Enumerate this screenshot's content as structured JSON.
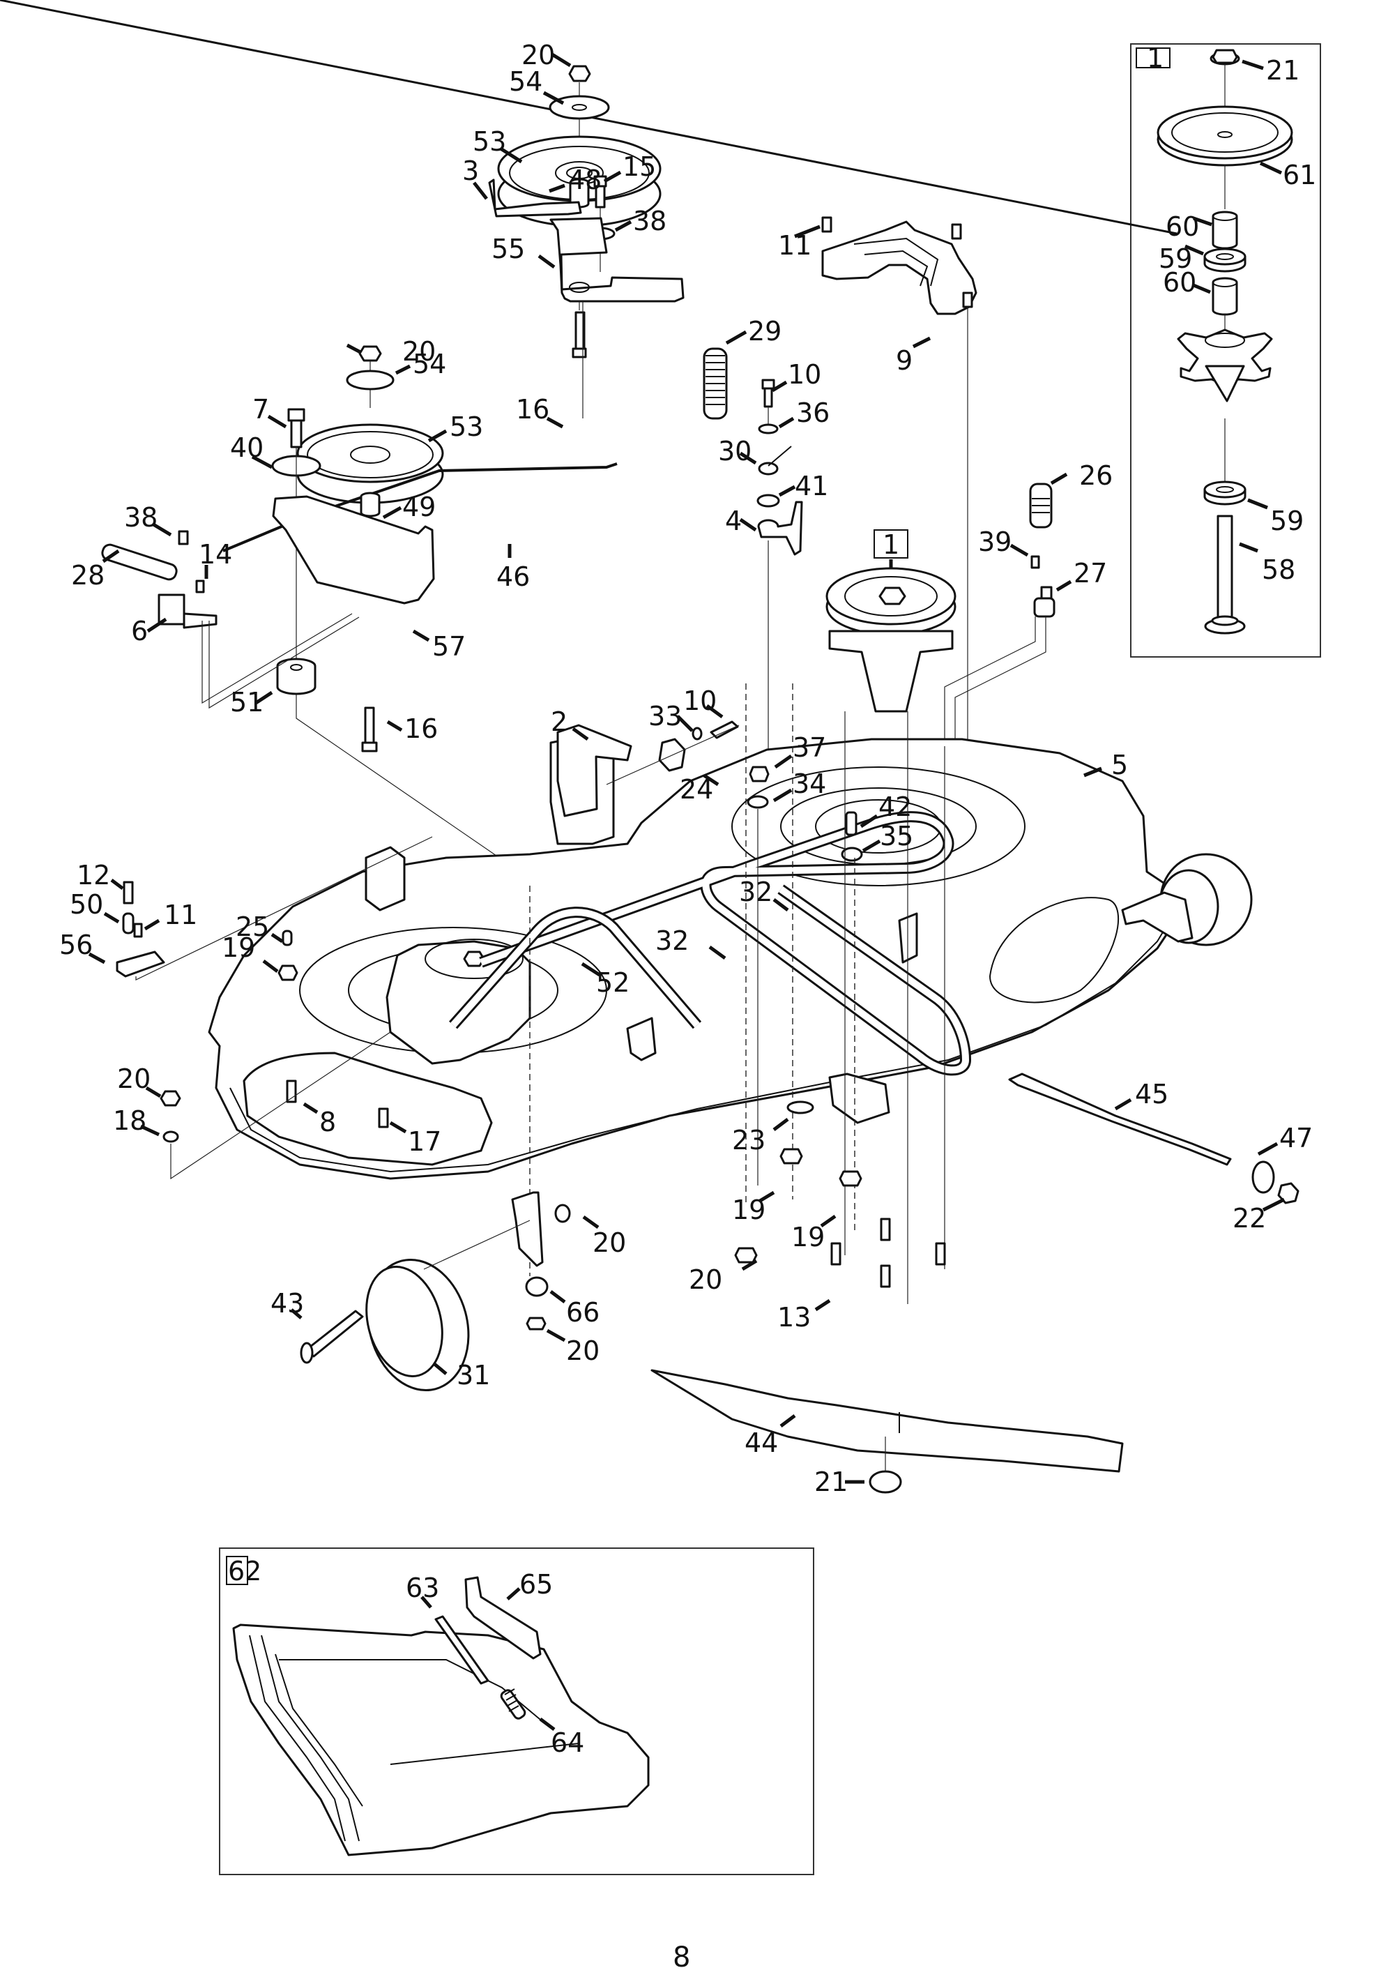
{
  "document": {
    "type": "exploded parts diagram",
    "subject": "mower deck assembly",
    "page_number": "8"
  },
  "insets": [
    {
      "tag": "1",
      "title": "Spindle assembly",
      "callouts": [
        "21",
        "61",
        "60",
        "59",
        "60",
        "59",
        "58"
      ]
    },
    {
      "tag": "62",
      "title": "Discharge chute assembly",
      "callouts": [
        "63",
        "65",
        "64"
      ]
    }
  ],
  "main_callouts": [
    "20",
    "54",
    "53",
    "48",
    "15",
    "3",
    "38",
    "29",
    "55",
    "16",
    "11",
    "9",
    "10",
    "36",
    "30",
    "41",
    "4",
    "1",
    "26",
    "39",
    "27",
    "20",
    "54",
    "7",
    "53",
    "40",
    "46",
    "49",
    "38",
    "14",
    "28",
    "6",
    "57",
    "51",
    "16",
    "2",
    "33",
    "10",
    "37",
    "24",
    "34",
    "42",
    "35",
    "5",
    "32",
    "32",
    "52",
    "12",
    "50",
    "11",
    "56",
    "25",
    "19",
    "20",
    "18",
    "8",
    "17",
    "45",
    "47",
    "22",
    "23",
    "19",
    "19",
    "20",
    "20",
    "66",
    "20",
    "43",
    "31",
    "13",
    "44",
    "21"
  ],
  "labels": {
    "c20a": "20",
    "c54a": "54",
    "c53a": "53",
    "c48": "48",
    "c15": "15",
    "c3": "3",
    "c38a": "38",
    "c29": "29",
    "c55": "55",
    "c16a": "16",
    "c11a": "11",
    "c9": "9",
    "c10a": "10",
    "c36": "36",
    "c30": "30",
    "c41": "41",
    "c4": "4",
    "c1": "1",
    "c26": "26",
    "c39": "39",
    "c27": "27",
    "c20b": "20",
    "c54b": "54",
    "c7": "7",
    "c53b": "53",
    "c40": "40",
    "c46": "46",
    "c49": "49",
    "c38b": "38",
    "c14": "14",
    "c28": "28",
    "c6": "6",
    "c57": "57",
    "c51": "51",
    "c16b": "16",
    "c2": "2",
    "c33": "33",
    "c10b": "10",
    "c37": "37",
    "c24": "24",
    "c34": "34",
    "c42": "42",
    "c35": "35",
    "c5": "5",
    "c32a": "32",
    "c32b": "32",
    "c52": "52",
    "c12": "12",
    "c50": "50",
    "c11b": "11",
    "c56": "56",
    "c25": "25",
    "c19a": "19",
    "c20c": "20",
    "c18": "18",
    "c8": "8",
    "c17": "17",
    "c45": "45",
    "c47": "47",
    "c22": "22",
    "c23": "23",
    "c19b": "19",
    "c19c": "19",
    "c20d": "20",
    "c20e": "20",
    "c66": "66",
    "c20f": "20",
    "c43": "43",
    "c31": "31",
    "c13": "13",
    "c44": "44",
    "c21a": "21",
    "i1_tag": "1",
    "i1_21": "21",
    "i1_61": "61",
    "i1_60a": "60",
    "i1_59a": "59",
    "i1_60b": "60",
    "i1_59b": "59",
    "i1_58": "58",
    "i62_tag": "62",
    "i62_63": "63",
    "i62_65": "65",
    "i62_64": "64"
  }
}
